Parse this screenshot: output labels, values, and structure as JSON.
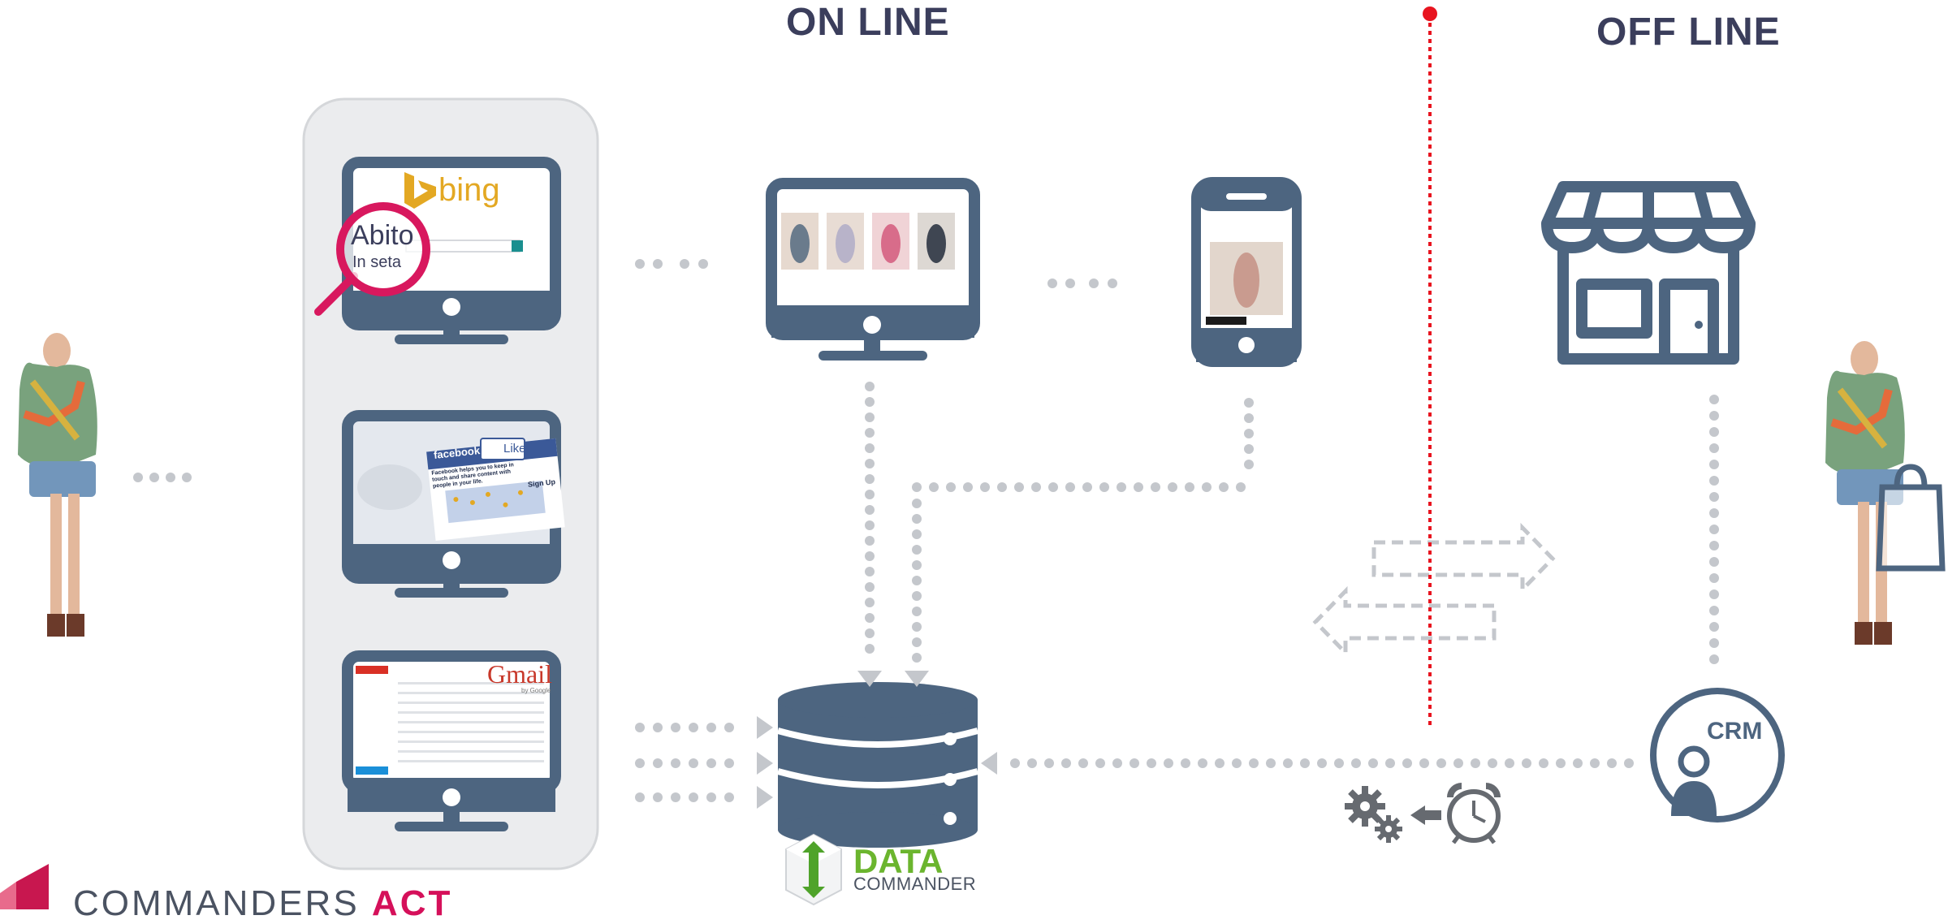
{
  "headings": {
    "online": "ON LINE",
    "offline": "OFF LINE"
  },
  "search": {
    "engine_name": "bing",
    "query_line1": "Abito",
    "query_line2": "In seta"
  },
  "facebook": {
    "brand": "facebook",
    "like_label": "Like",
    "tagline": "Facebook helps you to keep in touch and share content with people in your life.",
    "signup": "Sign Up"
  },
  "gmail": {
    "brand": "Gmail",
    "by": "by Google"
  },
  "crm": {
    "label": "CRM"
  },
  "data_commander": {
    "word1": "DATA",
    "word2": "COMMANDER"
  },
  "brand": {
    "name": "COMMANDERS",
    "suffix": "ACT"
  },
  "colors": {
    "slate": "#4d6580",
    "dot_gray": "#c4c7cc",
    "online_heading": "#3b3e5c",
    "divider_red": "#e8141f",
    "bing_gold": "#e3a823",
    "magnifier_pink": "#d8185e",
    "data_green": "#6bb52e",
    "act_red": "#d5105a",
    "panel_bg": "#ebecee"
  }
}
